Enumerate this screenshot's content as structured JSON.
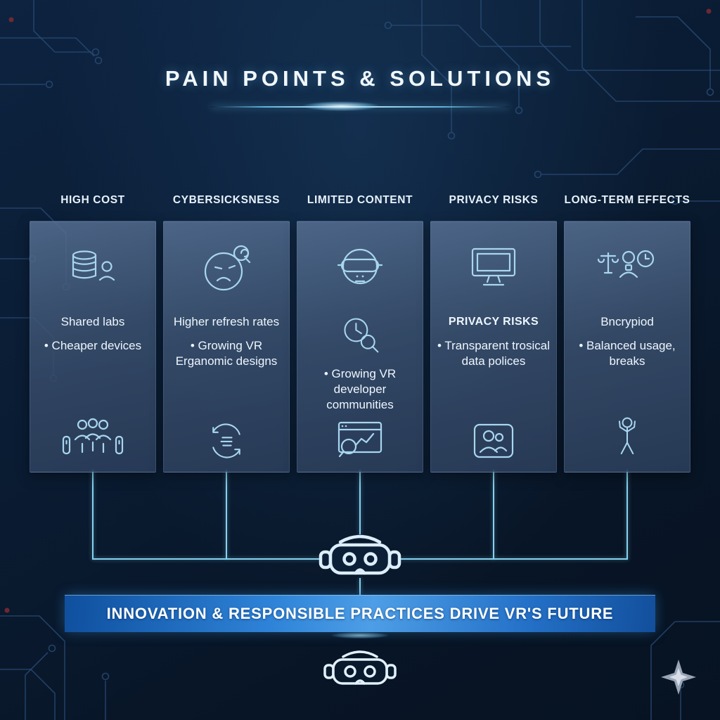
{
  "title": "PAIN POINTS & SOLUTIONS",
  "banner": "INNOVATION & RESPONSIBLE PRACTICES DRIVE VR'S FUTURE",
  "columns": [
    {
      "header": "HIGH COST",
      "pain_icon": "coins-person-icon",
      "solution1": "Shared labs",
      "solution2": "• Cheaper devices",
      "bottom_icon": "people-group-icon"
    },
    {
      "header": "CYBERSICKSNESS",
      "pain_icon": "dizzy-face-icon",
      "solution1": "Higher refresh rates",
      "solution2": "• Growing VR Erganomic designs",
      "bottom_icon": "refresh-cycle-icon"
    },
    {
      "header": "LIMITED CONTENT",
      "pain_icon": "vr-headset-face-icon",
      "mid_icon": "clock-magnifier-icon",
      "solution2": "• Growing VR developer communities",
      "bottom_icon": "browser-search-icon"
    },
    {
      "header": "PRIVACY RISKS",
      "pain_icon": "monitor-icon",
      "solution1": "PRIVACY RISKS",
      "solution2": "• Transparent trosical data polices",
      "bottom_icon": "people-badge-icon"
    },
    {
      "header": "LONG-TERM EFFECTS",
      "pain_icon": "balance-person-clock-icon",
      "solution1": "Bncrypiod",
      "solution2": "• Balanced usage, breaks",
      "bottom_icon": "person-stretch-icon"
    }
  ],
  "center_icon": "vr-headset-icon",
  "footer_icon": "vr-headset-icon",
  "watermark_icon": "sparkle-icon",
  "colors": {
    "background": "#0a1c31",
    "card_top": "#51688a",
    "card_bottom": "#2e4260",
    "accent_cyan": "#8fd8f2",
    "banner_blue": "#2f86dc",
    "text_light": "#ecf5fd"
  }
}
